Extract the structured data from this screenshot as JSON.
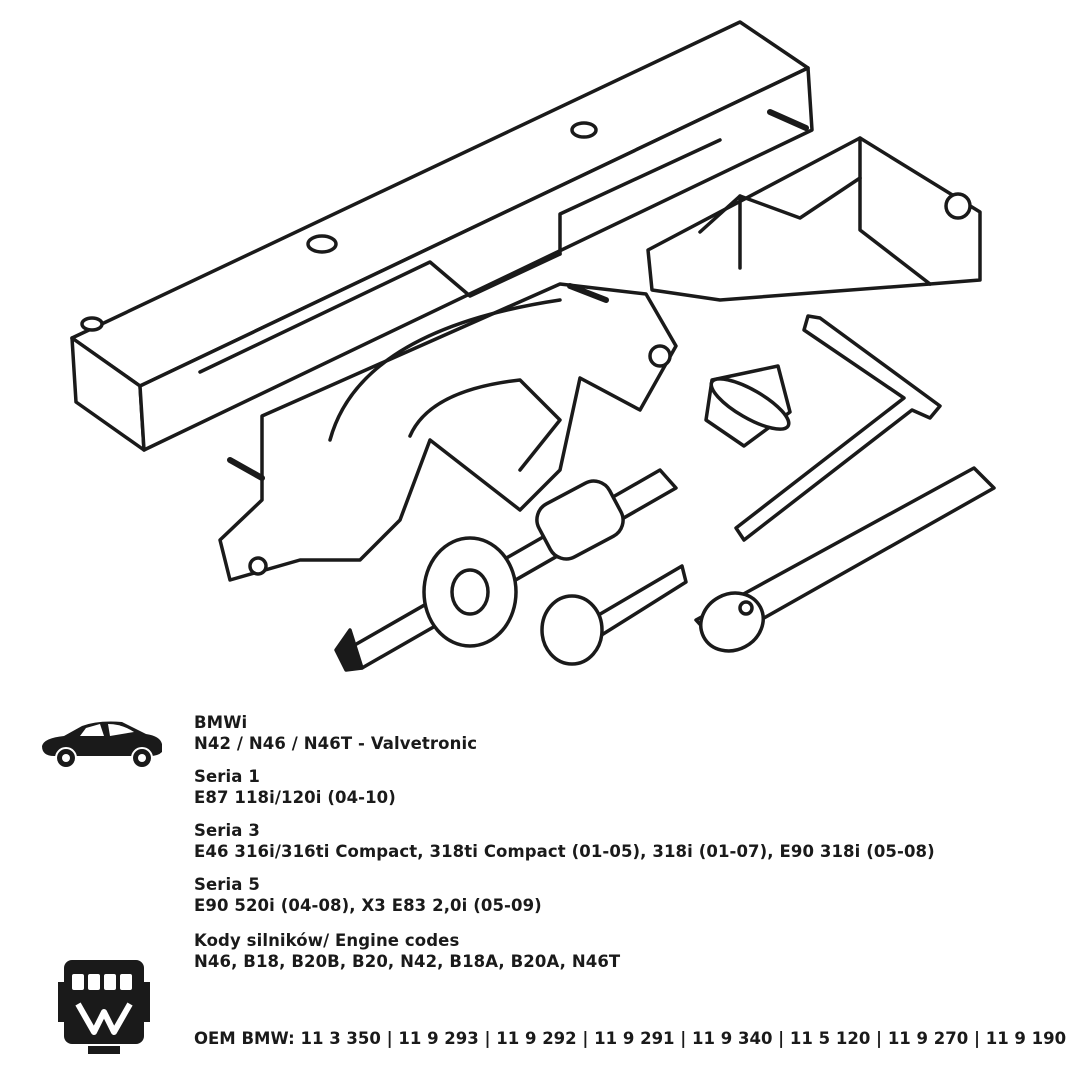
{
  "vehicle": {
    "brand": "BMWi",
    "engines_line": "N42 / N46 / N46T - Valvetronic",
    "series": [
      {
        "name": "Seria 1",
        "models": "E87 118i/120i (04-10)"
      },
      {
        "name": "Seria 3",
        "models": "E46 316i/316ti Compact, 318ti Compact (01-05), 318i (01-07), E90 318i (05-08)"
      },
      {
        "name": "Seria 5",
        "models": "E90 520i (04-08), X3 E83 2,0i (05-09)"
      }
    ]
  },
  "engine_codes": {
    "label": "Kody silników/ Engine codes",
    "codes": "N46, B18, B20B, B20, N42, B18A, B20A, N46T"
  },
  "oem": "OEM BMW: 11 3 350 | 11 9 293 | 11 9 292 | 11 9 291 | 11 9 340 | 11 5 120 | 11 9 270 | 11 9 190",
  "icons": {
    "car": "car-icon",
    "engine": "engine-icon"
  },
  "colors": {
    "ink": "#1a1a1a",
    "background": "#ffffff"
  }
}
